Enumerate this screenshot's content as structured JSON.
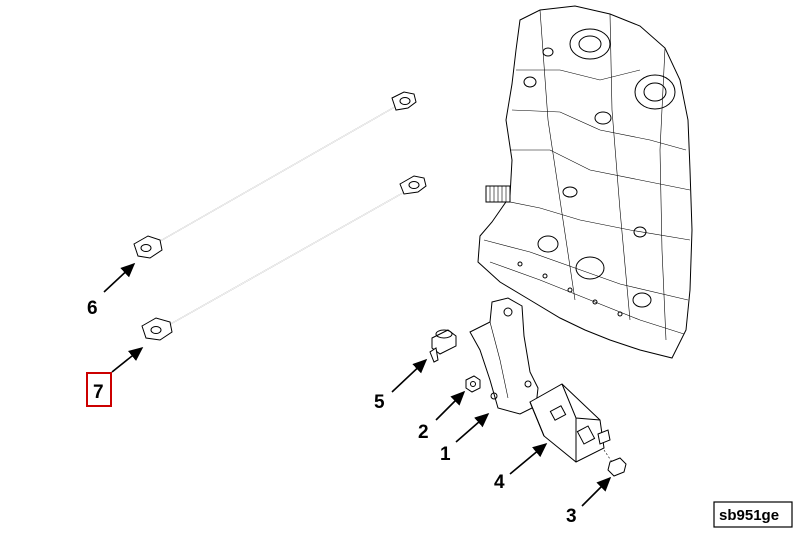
{
  "callouts": [
    {
      "id": "1",
      "label": "1"
    },
    {
      "id": "2",
      "label": "2"
    },
    {
      "id": "3",
      "label": "3"
    },
    {
      "id": "4",
      "label": "4"
    },
    {
      "id": "5",
      "label": "5"
    },
    {
      "id": "6",
      "label": "6"
    },
    {
      "id": "7",
      "label": "7",
      "highlighted": true
    }
  ],
  "reference_code": "sb951ge",
  "highlight_color": "#cc0000"
}
